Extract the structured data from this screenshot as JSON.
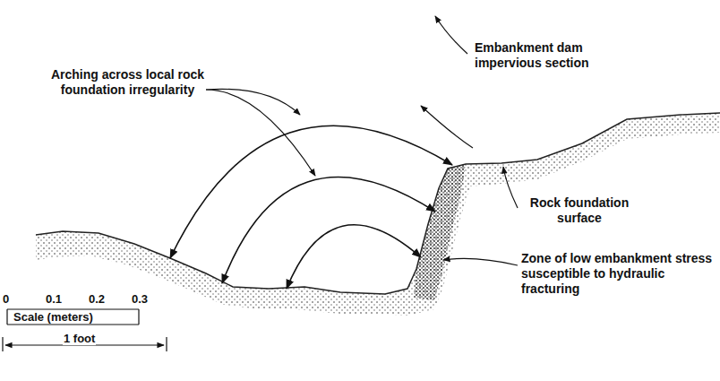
{
  "diagram": {
    "labels": [
      "Arching across local rock foundation irregularity",
      "Embankment dam impervious section",
      "Rock foundation surface",
      "Zone of low embankment stress susceptible to hydraulic fracturing",
      "0",
      "0.1",
      "0.2",
      "0.3",
      "Scale (meters)",
      "1 foot"
    ]
  }
}
